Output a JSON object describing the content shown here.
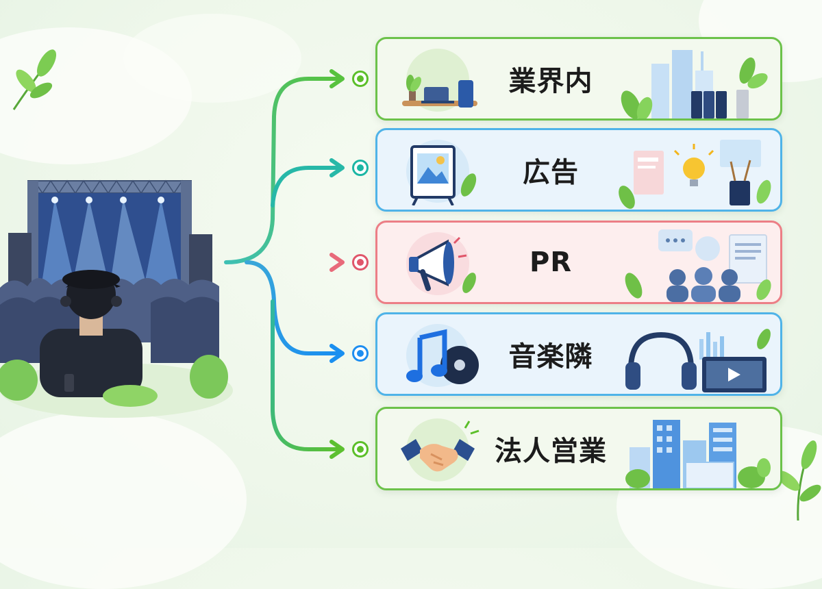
{
  "diagram": {
    "left_illustration": "concert-stage-with-staff",
    "branches": [
      {
        "id": "industry",
        "label": "業界内",
        "color": "#6cc24a",
        "fill": "#f3f9ee",
        "dot": "#5cbf2a",
        "icon": "office-desk-icon",
        "art": "office-building-binders"
      },
      {
        "id": "advertising",
        "label": "広告",
        "color": "#4fb3e8",
        "fill": "#eaf4fc",
        "dot": "#1bb6a4",
        "icon": "easel-image-icon",
        "art": "posters-lightbulb"
      },
      {
        "id": "pr",
        "label": "PR",
        "color": "#ec7e86",
        "fill": "#fdeeee",
        "dot": "#e0566a",
        "icon": "megaphone-icon",
        "art": "speech-bubbles-audience"
      },
      {
        "id": "music",
        "label": "音楽隣",
        "color": "#4fb3e8",
        "fill": "#eaf4fc",
        "dot": "#1e8ef0",
        "icon": "music-note-record-icon",
        "art": "headphones-video-player"
      },
      {
        "id": "corporate-sales",
        "label": "法人営業",
        "color": "#6cc24a",
        "fill": "#f3f9ee",
        "dot": "#5cbf2a",
        "icon": "handshake-icon",
        "art": "city-buildings"
      }
    ]
  }
}
